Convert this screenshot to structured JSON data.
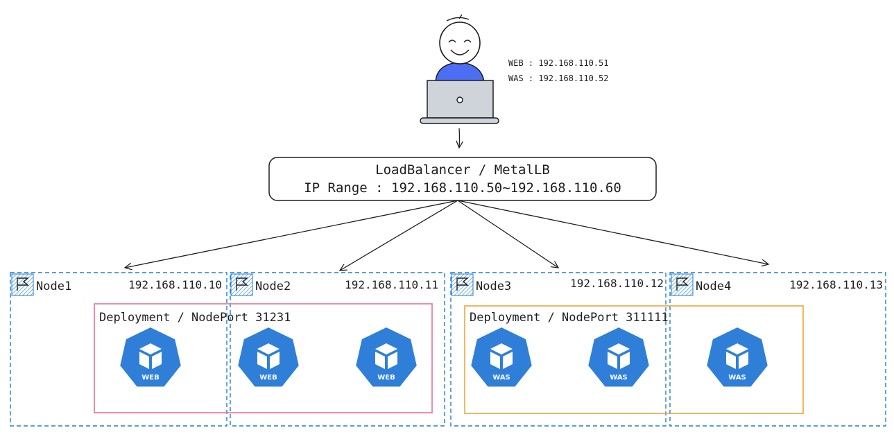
{
  "client": {
    "web_line": "WEB : 192.168.110.51",
    "was_line": "WAS : 192.168.110.52"
  },
  "load_balancer": {
    "title": "LoadBalancer / MetalLB",
    "ip_range": "IP Range : 192.168.110.50~192.168.110.60"
  },
  "nodes": [
    {
      "name": "Node1",
      "ip": "192.168.110.10"
    },
    {
      "name": "Node2",
      "ip": "192.168.110.11"
    },
    {
      "name": "Node3",
      "ip": "192.168.110.12"
    },
    {
      "name": "Node4",
      "ip": "192.168.110.13"
    }
  ],
  "deployments": [
    {
      "label": "Deployment / NodePort 31231",
      "color": "#e8719b",
      "pods": [
        "WEB",
        "WEB",
        "WEB"
      ]
    },
    {
      "label": "Deployment / NodePort 311111",
      "color": "#f0a43a",
      "pods": [
        "WAS",
        "WAS",
        "WAS"
      ]
    }
  ],
  "colors": {
    "node_border": "#1c7ed6",
    "pod_fill": "#2f7fd9",
    "person_shirt": "#4c6ef5",
    "laptop_fill": "#ced4da"
  },
  "icons": {
    "node": "flag-icon",
    "pod": "kubernetes-pod-icon",
    "person": "user-icon"
  }
}
